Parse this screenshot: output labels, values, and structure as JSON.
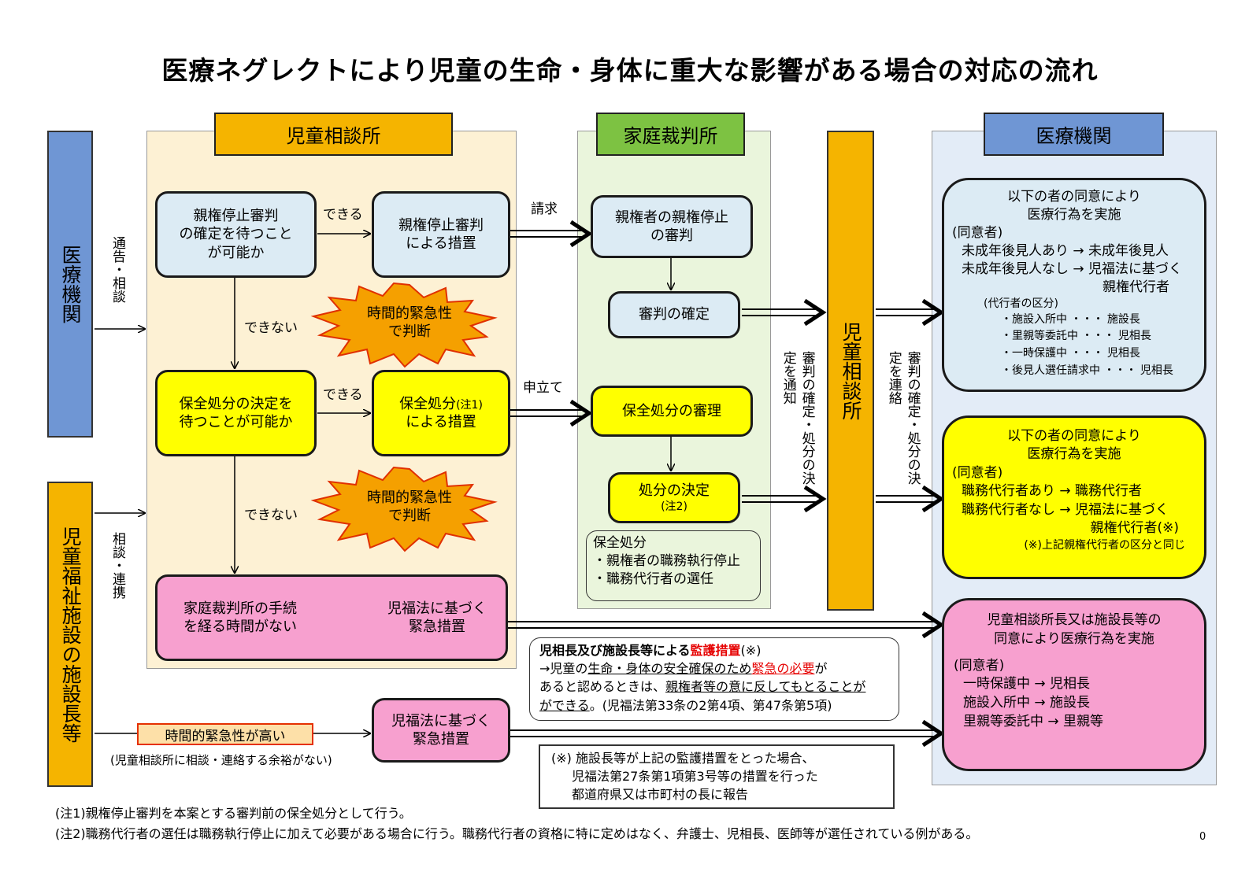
{
  "title": "医療ネグレクトにより児童の生命・身体に重大な影響がある場合の対応の流れ",
  "headers": {
    "jido": "児童相談所",
    "katei": "家庭裁判所",
    "iryo": "医療機関"
  },
  "left": {
    "iryo": "医療機関",
    "shisetsu": "児童福祉施設の施設長等"
  },
  "labels": {
    "tsukoku": "通告・相談",
    "sodan_renkei": "相談・連携",
    "dekiru1": "できる",
    "dekiru2": "できる",
    "dekinai1": "できない",
    "dekinai2": "できない",
    "seikyu": "請求",
    "moushitate": "申立て",
    "tsuchi": "審判の確定・処分の決定を通知",
    "renraku": "審判の確定・処分の決定を連絡",
    "center_jido": "児童相談所"
  },
  "bursts": {
    "b1": [
      "時間的緊急性",
      "で判断"
    ],
    "b2": [
      "時間的緊急性",
      "で判断"
    ]
  },
  "boxes": {
    "q1": [
      "親権停止審判",
      "の確定を待つこと",
      "が可能か"
    ],
    "a1": [
      "親権停止審判",
      "による措置"
    ],
    "q2": [
      "保全処分の決定を",
      "待つことが可能か"
    ],
    "a2_line1": "保全処分",
    "a2_note": "(注1)",
    "a2_line2": "による措置",
    "pink_left": [
      "家庭裁判所の手続",
      "を経る時間がない"
    ],
    "pink_right": [
      "児福法に基づく",
      "緊急措置"
    ],
    "k1": [
      "親権者の親権停止",
      "の審判"
    ],
    "k2": "審判の確定",
    "k3": "保全処分の審理",
    "k4_line1": "処分の決定",
    "k4_note": "(注2)",
    "hozen_note": [
      "保全処分",
      "・親権者の職務執行停止",
      "・職務代行者の選任"
    ],
    "kinkyu": [
      "児福法に基づく",
      "緊急措置"
    ],
    "urgent": "時間的緊急性が高い",
    "urgent_note": "(児童相談所に相談・連絡する余裕がない)"
  },
  "kango": {
    "line1_pre": "児相長及び施設長等による",
    "line1_red": "監護措置",
    "line1_post": "(※)",
    "line2_pre": "→児童の",
    "line2_u1": "生命・身体の安全確保のため",
    "line2_red": "緊急の必要",
    "line2_post": "が",
    "line3_pre": "あると認めるときは、",
    "line3_u": "親権者等の意に反してもとることが",
    "line4_u": "ができる",
    "line4_post": "。(児福法第33条の2第4項、第47条第5項)"
  },
  "kome_note": [
    "(※) 施設長等が上記の監護措置をとった場合、",
    "児福法第27条第1項第3号等の措置を行った",
    "都道府県又は市町村の長に報告"
  ],
  "right1": {
    "title": [
      "以下の者の同意により",
      "医療行為を実施"
    ],
    "doisha": "(同意者)",
    "l1": "未成年後見人あり → 未成年後見人",
    "l2": "未成年後見人なし → 児福法に基づく",
    "l3": "親権代行者",
    "kubun": "(代行者の区分)",
    "items": [
      "・施設入所中 ・・・ 施設長",
      "・里親等委託中 ・・・ 児相長",
      "・一時保護中 ・・・ 児相長",
      "・後見人選任請求中 ・・・ 児相長"
    ]
  },
  "right2": {
    "title": [
      "以下の者の同意により",
      "医療行為を実施"
    ],
    "doisha": "(同意者)",
    "l1": "職務代行者あり → 職務代行者",
    "l2": "職務代行者なし → 児福法に基づく",
    "l3": "親権代行者(※)",
    "note": "(※)上記親権代行者の区分と同じ"
  },
  "right3": {
    "title": [
      "児童相談所長又は施設長等の",
      "同意により医療行為を実施"
    ],
    "doisha": "(同意者)",
    "items": [
      "一時保護中 → 児相長",
      "施設入所中 → 施設長",
      "里親等委託中 → 里親等"
    ]
  },
  "footnotes": [
    "(注1)親権停止審判を本案とする審判前の保全処分として行う。",
    "(注2)職務代行者の選任は職務執行停止に加えて必要がある場合に行う。職務代行者の資格に特に定めはなく、弁護士、児相長、医師等が選任されている例がある。"
  ],
  "page_number": "0",
  "colors": {
    "cream": "#fdf1d4",
    "lightgreen": "#eaf5dc",
    "lightblue": "#e3ecf7",
    "orange": "#f5b400",
    "green": "#7dc242",
    "blue": "#6f96d4",
    "boxblue": "#dcebf4",
    "yellow": "#ffff00",
    "pink": "#f7a0cf",
    "red": "#e60000"
  }
}
